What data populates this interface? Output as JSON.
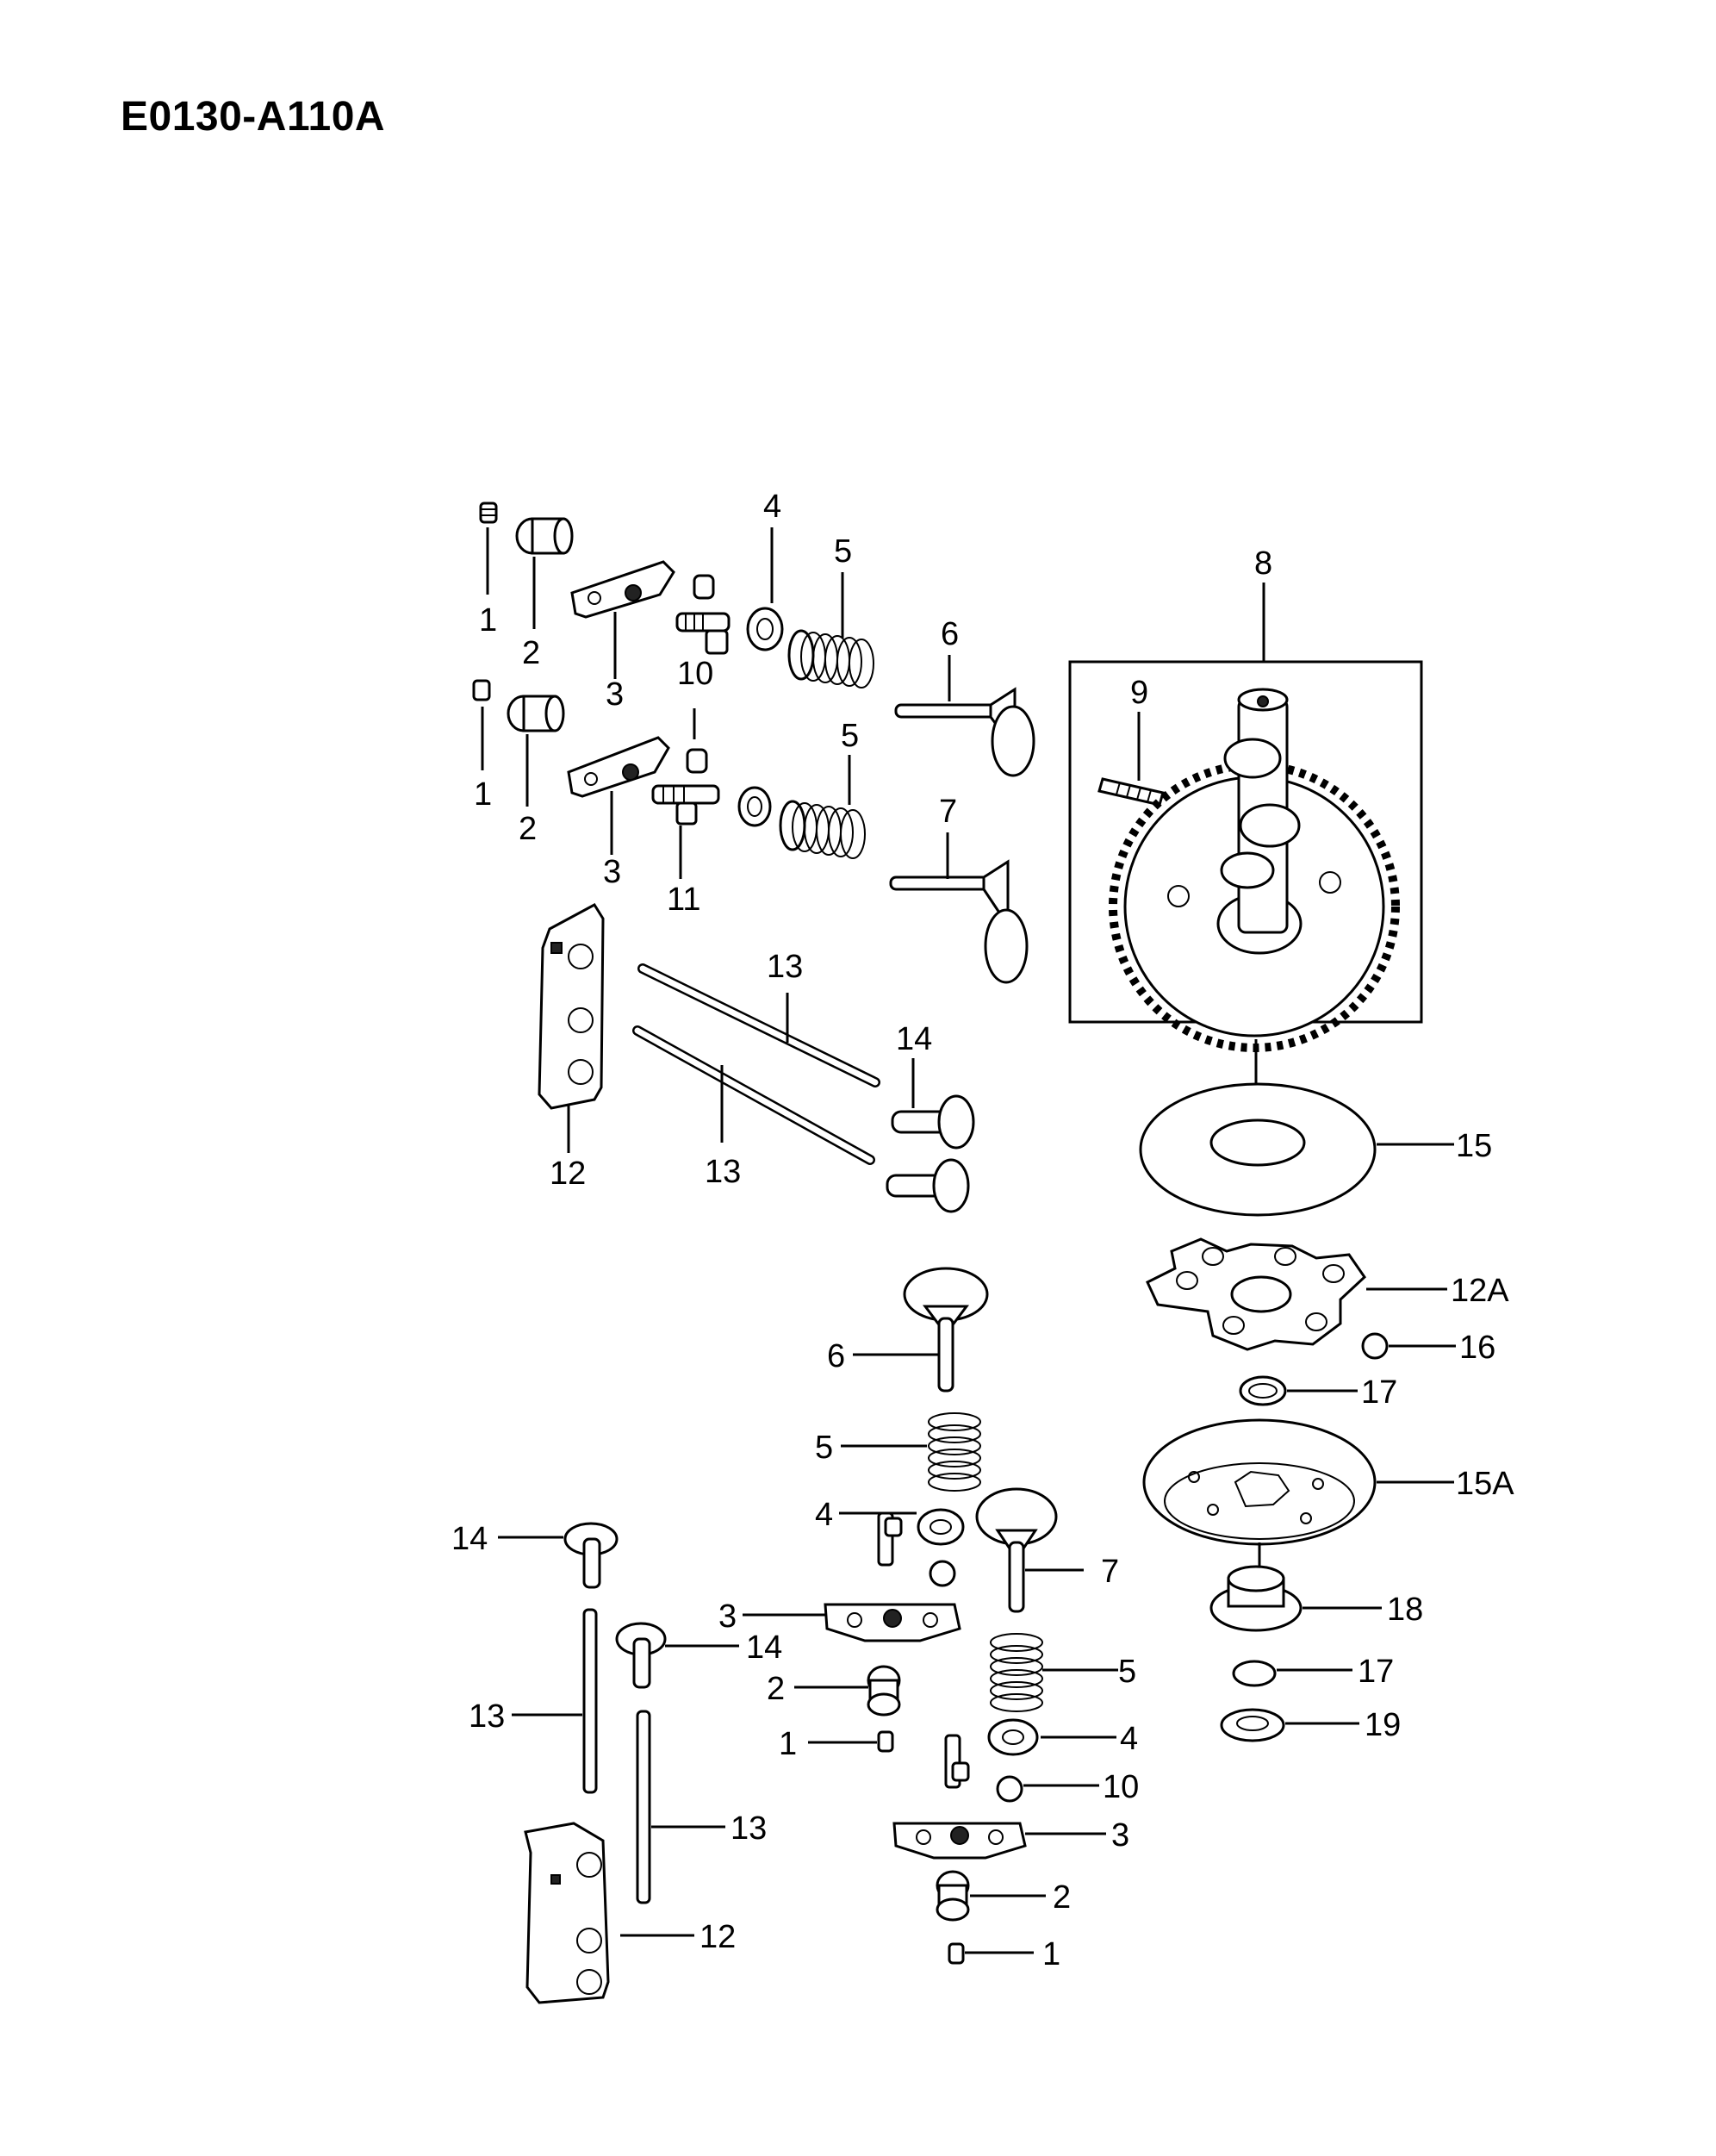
{
  "title": "E0130-A110A",
  "callouts": {
    "c1a": "1",
    "c2a": "2",
    "c3a": "3",
    "c4a": "4",
    "c5a": "5",
    "c6a": "6",
    "c8": "8",
    "c9": "9",
    "c10a": "10",
    "c1b": "1",
    "c2b": "2",
    "c3b": "3",
    "c5b": "5",
    "c7a": "7",
    "c11": "11",
    "c13a": "13",
    "c14a": "14",
    "c12a": "12",
    "c13b": "13",
    "c15": "15",
    "c12A": "12A",
    "c16": "16",
    "c17a": "17",
    "c15A": "15A",
    "c18": "18",
    "c17b": "17",
    "c19": "19",
    "c6b": "6",
    "c5c": "5",
    "c4b": "4",
    "c7b": "7",
    "c3c": "3",
    "c2c": "2",
    "c1c": "1",
    "c14b": "14",
    "c14c": "14",
    "c13c": "13",
    "c13d": "13",
    "c12b": "12",
    "c5d": "5",
    "c4c": "4",
    "c10b": "10",
    "c3d": "3",
    "c2d": "2",
    "c1d": "1"
  }
}
